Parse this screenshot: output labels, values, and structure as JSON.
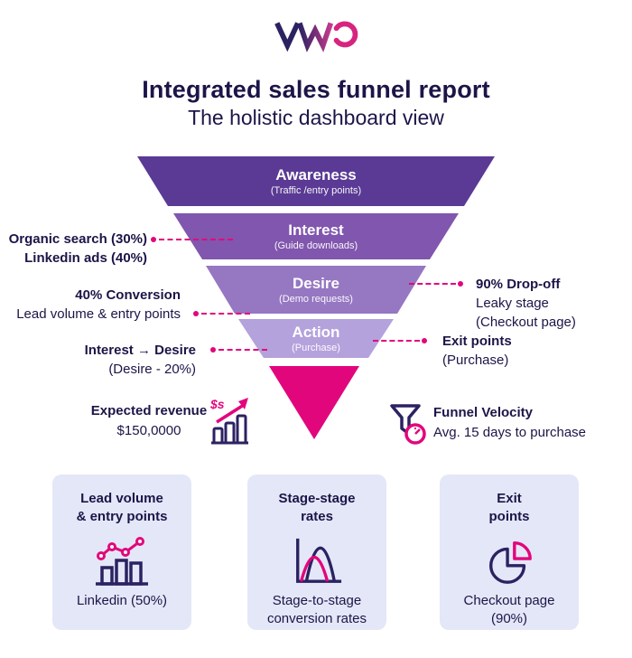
{
  "brand": {
    "name": "VWO"
  },
  "header": {
    "title": "Integrated sales funnel report",
    "subtitle": "The holistic dashboard view"
  },
  "funnel": {
    "stages": [
      {
        "label": "Awareness",
        "sublabel": "(Traffic /entry points)"
      },
      {
        "label": "Interest",
        "sublabel": "(Guide downloads)"
      },
      {
        "label": "Desire",
        "sublabel": "(Demo requests)"
      },
      {
        "label": "Action",
        "sublabel": "(Purchase)"
      }
    ]
  },
  "left_annotations": [
    {
      "line1": "Organic search (30%)",
      "line2": "Linkedin ads (40%)"
    },
    {
      "line1": "40% Conversion",
      "line2": "Lead volume & entry points"
    },
    {
      "line1": "Interest → Desire",
      "line2": "(Desire - 20%)"
    }
  ],
  "right_annotations": [
    {
      "line1": "90% Drop-off",
      "line2": "Leaky stage",
      "line3": "(Checkout page)"
    },
    {
      "line1": "Exit points",
      "line2": "(Purchase)"
    }
  ],
  "metrics": {
    "revenue": {
      "label": "Expected revenue",
      "value": "$150,0000",
      "icon_text": "$s"
    },
    "velocity": {
      "label": "Funnel Velocity",
      "value": "Avg. 15 days to purchase"
    }
  },
  "cards": [
    {
      "title1": "Lead volume",
      "title2": "& entry points",
      "caption1": "Linkedin (50%)",
      "caption2": ""
    },
    {
      "title1": "Stage-stage",
      "title2": "rates",
      "caption1": "Stage-to-stage",
      "caption2": "conversion rates"
    },
    {
      "title1": "Exit",
      "title2": "points",
      "caption1": "Checkout page",
      "caption2": "(90%)"
    }
  ],
  "colors": {
    "navy": "#1c1548",
    "pink": "#e2067c",
    "stage1": "#5a3a94",
    "stage2": "#8156ae",
    "stage3": "#9677c2",
    "stage4": "#b4a2dc",
    "card_bg": "#e4e7f7"
  }
}
